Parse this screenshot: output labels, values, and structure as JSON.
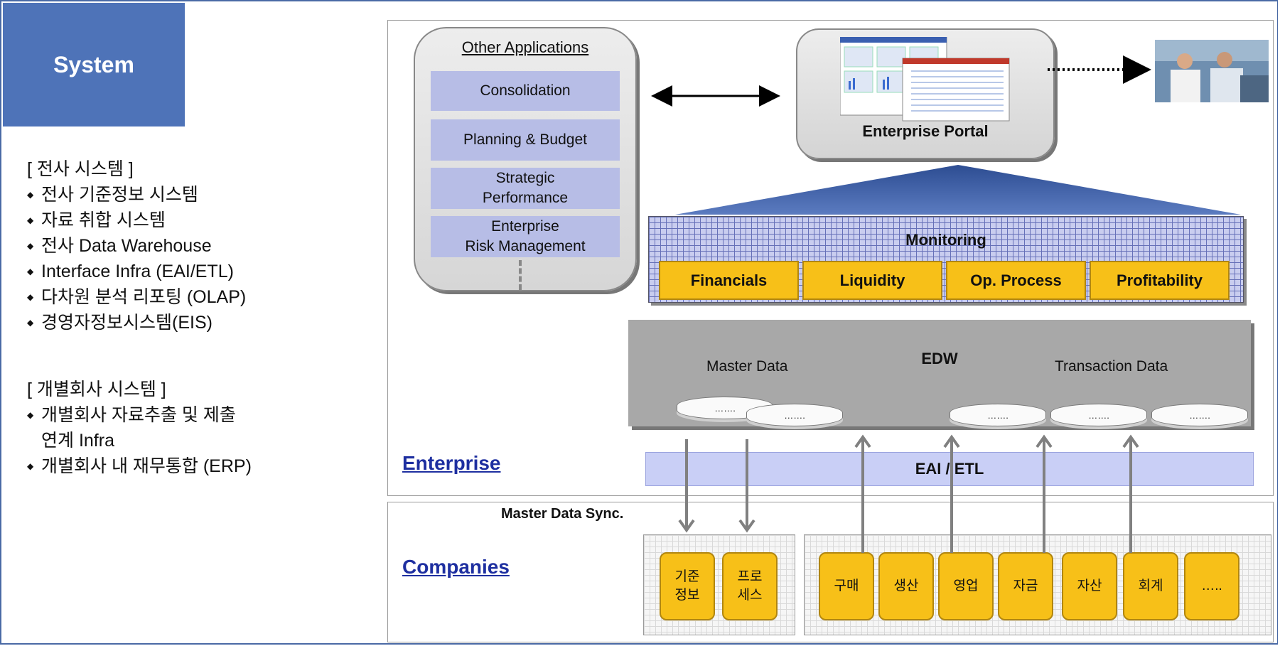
{
  "sidebar": {
    "title": "System",
    "enterprise_heading": "[ 전사 시스템 ]",
    "enterprise_items": [
      "전사 기준정보 시스템",
      "자료 취합 시스템",
      "전사 Data Warehouse",
      "Interface Infra (EAI/ETL)",
      "다차원 분석 리포팅 (OLAP)",
      "경영자정보시스템(EIS)"
    ],
    "company_heading": "[ 개별회사 시스템 ]",
    "company_items": [
      "개별회사 자료추출 및 제출",
      "연계 Infra",
      "개별회사 내 재무통합 (ERP)"
    ]
  },
  "diagram": {
    "other_apps": {
      "title": "Other Applications",
      "items": [
        {
          "line1": "Consolidation",
          "line2": ""
        },
        {
          "line1": "Planning & Budget",
          "line2": ""
        },
        {
          "line1": "Strategic",
          "line2": "Performance"
        },
        {
          "line1": "Enterprise",
          "line2": "Risk Management"
        }
      ]
    },
    "portal_label": "Enterprise Portal",
    "monitoring": {
      "title": "Monitoring",
      "items": [
        "Financials",
        "Liquidity",
        "Op. Process",
        "Profitability"
      ]
    },
    "edw": {
      "title": "EDW",
      "master_label": "Master Data",
      "transaction_label": "Transaction Data",
      "disk_label": "……."
    },
    "eai_label": "EAI / ETL",
    "enterprise_label": "Enterprise",
    "companies_label": "Companies",
    "sync_label": "Master  Data Sync.",
    "company_group1": [
      {
        "line1": "기준",
        "line2": "정보"
      },
      {
        "line1": "프로",
        "line2": "세스"
      }
    ],
    "company_group2": [
      "구매",
      "생산",
      "영업",
      "자금",
      "자산",
      "회계",
      "….."
    ]
  },
  "colors": {
    "system_box": "#4e73b8",
    "yellow_box": "#f7c018",
    "app_box": "#b7bde6",
    "eai_bar": "#c9cff6",
    "edw": "#a8a8a8",
    "label_blue": "#1e2fa0"
  }
}
